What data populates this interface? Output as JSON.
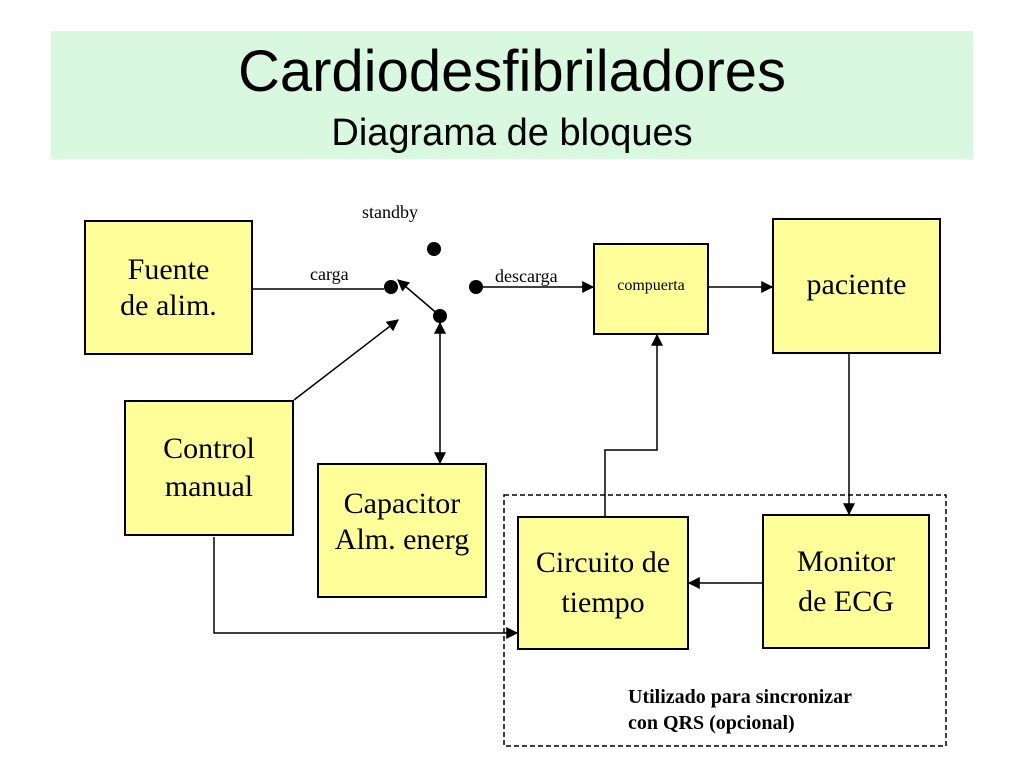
{
  "title": "Cardiodesfibriladores",
  "subtitle": "Diagrama de bloques",
  "blocks": {
    "fuente": {
      "line1": "Fuente",
      "line2": "de alim."
    },
    "control": {
      "line1": "Control",
      "line2": "manual"
    },
    "capacitor": {
      "line1": "Capacitor",
      "line2": "Alm. energ"
    },
    "compuerta": {
      "label": "compuerta"
    },
    "paciente": {
      "label": "paciente"
    },
    "circuito": {
      "line1": "Circuito de",
      "line2": "tiempo"
    },
    "monitor": {
      "line1": "Monitor",
      "line2": "de ECG"
    }
  },
  "switch_labels": {
    "standby": "standby",
    "carga": "carga",
    "descarga": "descarga"
  },
  "note": {
    "line1": "Utilizado para sincronizar",
    "line2": "con QRS (opcional)"
  },
  "colors": {
    "block_fill": "#ffff99",
    "title_band": "#d9f8e0",
    "stroke": "#000000"
  }
}
